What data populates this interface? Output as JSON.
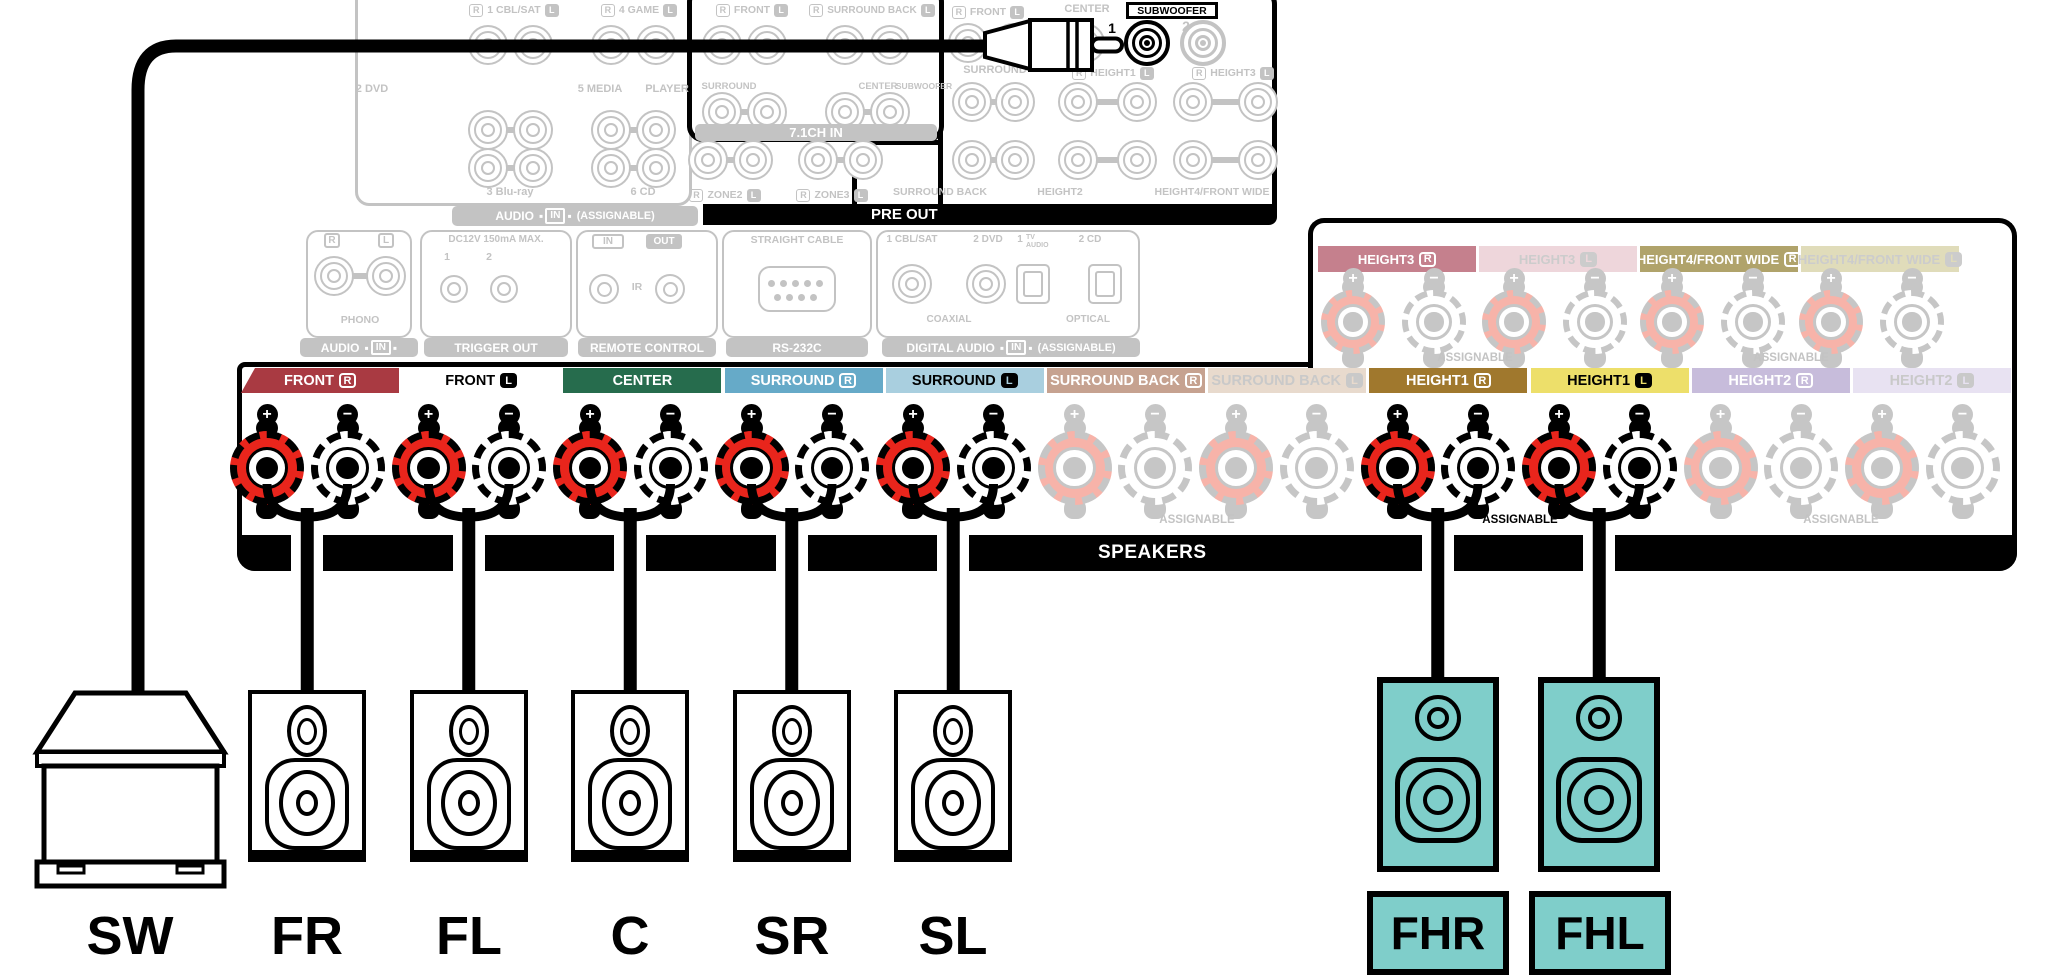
{
  "colors": {
    "accent_teal": "#7fceca",
    "active_red": "#e9251c",
    "faded_red": "#f7b3a9",
    "faded_gray": "#c3c3c3",
    "black": "#000000"
  },
  "receiver": {
    "audio_in_box": {
      "row1": [
        {
          "pre": "R",
          "text": "1 CBL/SAT",
          "post": "L"
        },
        {
          "pre": "R",
          "text": "4 GAME",
          "post": "L"
        }
      ],
      "row2_labels": [
        "2 DVD",
        "5 MEDIA",
        "PLAYER"
      ],
      "row3_labels": [
        "3 Blu-ray",
        "6 CD"
      ],
      "banner": {
        "text": "AUDIO",
        "badge": "IN",
        "suffix": "(ASSIGNABLE)"
      }
    },
    "ch71_box": {
      "banner": "7.1CH IN",
      "row1": [
        {
          "pre": "R",
          "text": "FRONT",
          "post": "L"
        },
        {
          "pre": "R",
          "text": "SURROUND BACK",
          "post": "L"
        }
      ],
      "row2_labels": [
        "SURROUND",
        "CENTER",
        "SUBWOOFER"
      ]
    },
    "pre_out_box": {
      "banner": "PRE OUT",
      "subwoofer_label": "SUBWOOFER",
      "jack_numbers": [
        "1",
        "2"
      ],
      "row1": [
        {
          "pre": "R",
          "text": "FRONT",
          "post": "L"
        },
        {
          "text": "CENTER"
        }
      ],
      "row2": [
        {
          "text": "SURROUND"
        },
        {
          "pre": "R",
          "text": "HEIGHT1",
          "post": "L"
        },
        {
          "pre": "R",
          "text": "HEIGHT3",
          "post": "L"
        }
      ],
      "bottom": [
        {
          "pre": "R",
          "text": "ZONE2",
          "post": "L"
        },
        {
          "pre": "R",
          "text": "ZONE3",
          "post": "L"
        },
        {
          "text": "SURROUND BACK"
        },
        {
          "text": "HEIGHT2"
        },
        {
          "text": "HEIGHT4/FRONT WIDE"
        }
      ]
    },
    "mid_row": {
      "phono": {
        "jack_labels": [
          "R",
          "L"
        ],
        "caption": "PHONO",
        "banner": {
          "text": "AUDIO",
          "badge": "IN",
          "suffix": ""
        }
      },
      "trigger": {
        "rating": "DC12V 150mA MAX.",
        "jack_labels": [
          "1",
          "2"
        ],
        "banner": {
          "text": "TRIGGER OUT"
        }
      },
      "remote": {
        "in_label": "IN",
        "out_label": "OUT",
        "ir_label": "IR",
        "banner": {
          "text": "REMOTE CONTROL"
        }
      },
      "rs232": {
        "cable_note": "STRAIGHT CABLE",
        "banner": {
          "text": "RS-232C"
        }
      },
      "digital": {
        "labels": [
          "1 CBL/SAT",
          "2 DVD"
        ],
        "tv": {
          "num": "1",
          "top": "TV",
          "bottom": "AUDIO"
        },
        "cd_label": "2 CD",
        "captions": [
          "COAXIAL",
          "OPTICAL"
        ],
        "banner": {
          "text": "DIGITAL AUDIO",
          "badge": "IN",
          "suffix": "(ASSIGNABLE)"
        }
      }
    },
    "speaker_section": {
      "bar_label": "SPEAKERS",
      "assignable": "ASSIGNABLE",
      "main_labels": [
        {
          "text": "FRONT",
          "side": "R",
          "bg": "#a93a42",
          "fg": "#ffffff",
          "active": true
        },
        {
          "text": "FRONT",
          "side": "L",
          "bg": "#ffffff",
          "fg": "#000000",
          "active": true
        },
        {
          "text": "CENTER",
          "bg": "#266c4d",
          "fg": "#ffffff",
          "active": true
        },
        {
          "text": "SURROUND",
          "side": "R",
          "bg": "#66aac8",
          "fg": "#ffffff",
          "active": true
        },
        {
          "text": "SURROUND",
          "side": "L",
          "bg": "#a9cfdf",
          "fg": "#000000",
          "active": true
        },
        {
          "text": "SURROUND BACK",
          "side": "R",
          "bg": "#c6a290",
          "fg": "#ffffff",
          "active": false
        },
        {
          "text": "SURROUND BACK",
          "side": "L",
          "bg": "#e8dacd",
          "fg": "#c9c9c9",
          "active": false
        },
        {
          "text": "HEIGHT1",
          "side": "R",
          "bg": "#a0782d",
          "fg": "#ffffff",
          "active": true
        },
        {
          "text": "HEIGHT1",
          "side": "L",
          "bg": "#eddf6a",
          "fg": "#000000",
          "active": true
        },
        {
          "text": "HEIGHT2",
          "side": "R",
          "bg": "#c7bcdb",
          "fg": "#ffffff",
          "active": false
        },
        {
          "text": "HEIGHT2",
          "side": "L",
          "bg": "#e8e2f2",
          "fg": "#c9c9c9",
          "active": false
        }
      ],
      "height_labels": [
        {
          "text": "HEIGHT3",
          "side": "R",
          "bg": "#c5808d",
          "fg": "#ffffff"
        },
        {
          "text": "HEIGHT3",
          "side": "L",
          "bg": "#eed6db",
          "fg": "#cccccc"
        },
        {
          "text": "HEIGHT4/FRONT WIDE",
          "side": "R",
          "bg": "#b0a36b",
          "fg": "#ffffff"
        },
        {
          "text": "HEIGHT4/FRONT WIDE",
          "side": "L",
          "bg": "#e0dcba",
          "fg": "#cccccc"
        }
      ]
    }
  },
  "speakers": [
    {
      "id": "SW",
      "type": "subwoofer"
    },
    {
      "id": "FR",
      "type": "bookshelf"
    },
    {
      "id": "FL",
      "type": "bookshelf"
    },
    {
      "id": "C",
      "type": "bookshelf"
    },
    {
      "id": "SR",
      "type": "bookshelf"
    },
    {
      "id": "SL",
      "type": "bookshelf"
    },
    {
      "id": "FHR",
      "type": "height",
      "accent": true
    },
    {
      "id": "FHL",
      "type": "height",
      "accent": true
    }
  ]
}
